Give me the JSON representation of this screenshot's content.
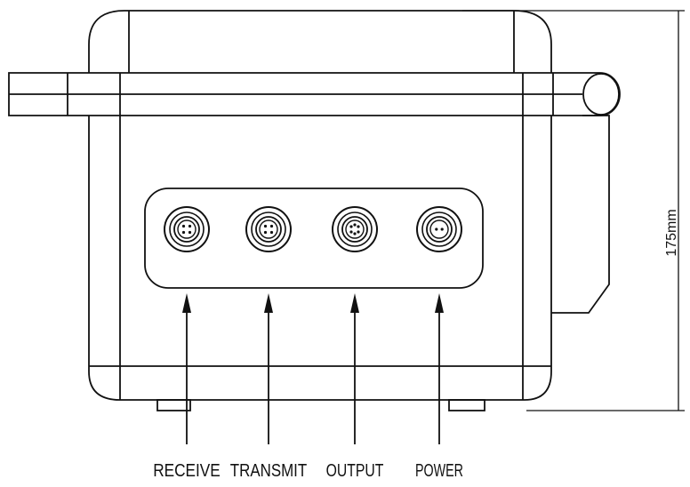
{
  "dimension": {
    "height_label": "175mm"
  },
  "connectors": [
    {
      "label": "RECEIVE",
      "pin_layout": "4-pin"
    },
    {
      "label": "TRANSMIT",
      "pin_layout": "4-pin"
    },
    {
      "label": "OUTPUT",
      "pin_layout": "6-pin"
    },
    {
      "label": "POWER",
      "pin_layout": "2-pin"
    }
  ],
  "colors": {
    "line": "#111111",
    "background": "#ffffff"
  }
}
